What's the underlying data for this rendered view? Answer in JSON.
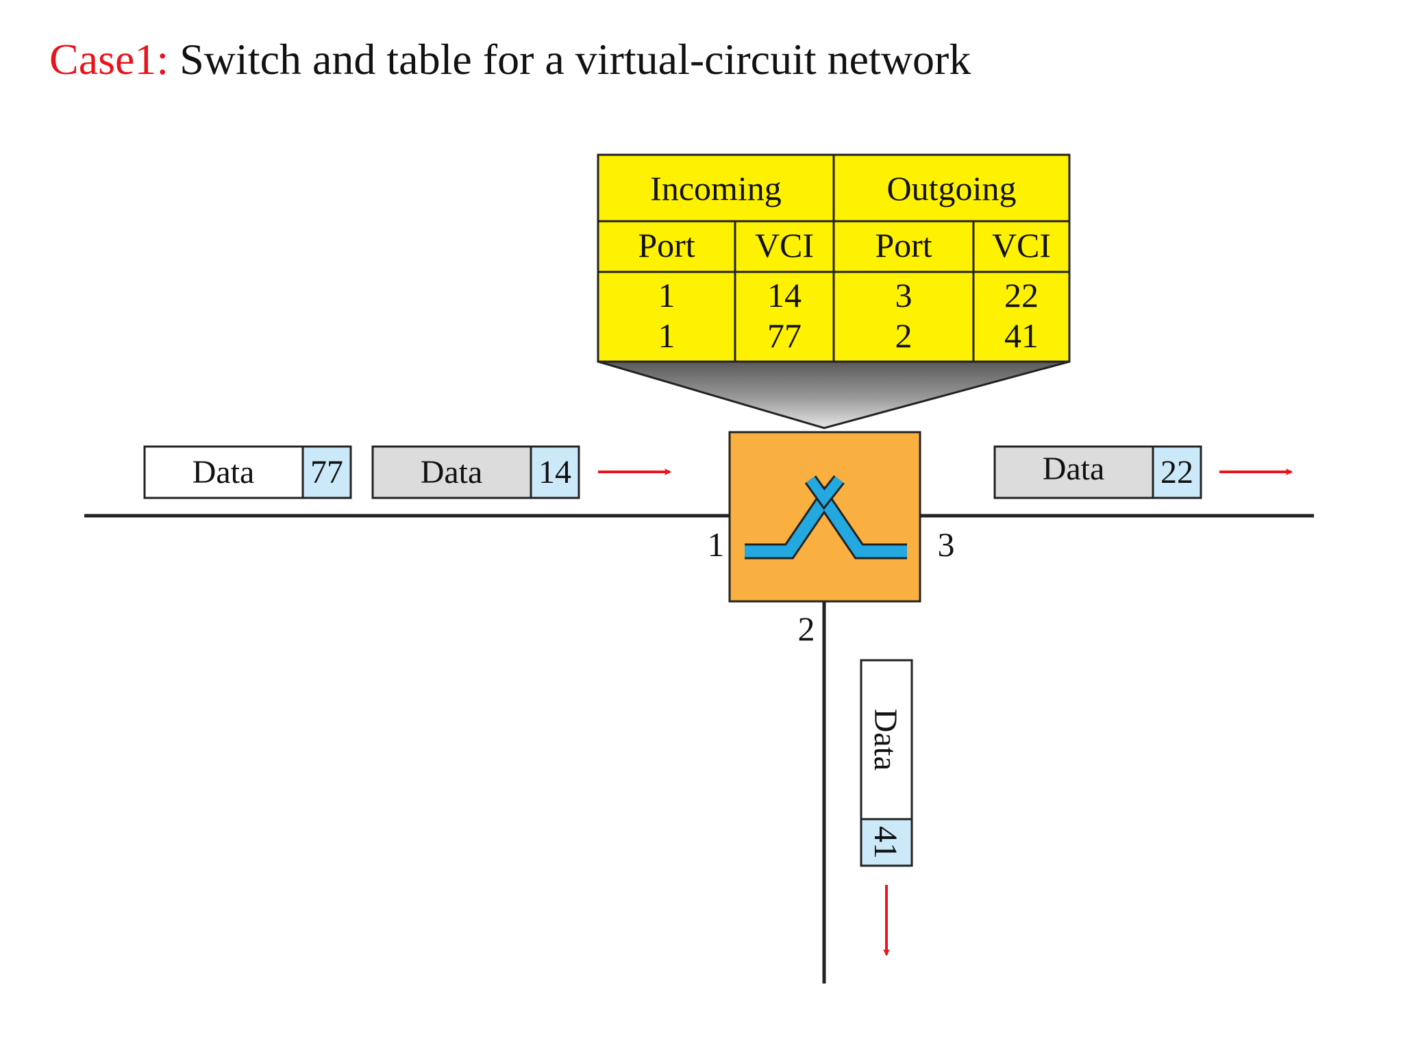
{
  "title": {
    "case": "Case1:",
    "text": " Switch and table for a virtual-circuit network"
  },
  "colors": {
    "title_case": "#e8141c",
    "table_fill": "#fff200",
    "switch_fill": "#f9b041",
    "switch_path": "#23a8e0",
    "vci_box": "#cce9f9",
    "frame_gray": "#dcdcdc",
    "arrow": "#e8141c"
  },
  "table": {
    "groups": [
      "Incoming",
      "Outgoing"
    ],
    "columns": [
      "Port",
      "VCI",
      "Port",
      "VCI"
    ],
    "rows": [
      [
        "1",
        "14",
        "3",
        "22"
      ],
      [
        "1",
        "77",
        "2",
        "41"
      ]
    ]
  },
  "ports": {
    "left": "1",
    "bottom": "2",
    "right": "3"
  },
  "frames": {
    "far_left": {
      "data": "Data",
      "vci": "77"
    },
    "near_left": {
      "data": "Data",
      "vci": "14"
    },
    "right": {
      "data": "Data",
      "vci": "22"
    },
    "bottom": {
      "data": "Data",
      "vci": "41"
    }
  },
  "icons": {
    "switch": "switch-icon",
    "arrow": "arrow-icon"
  }
}
